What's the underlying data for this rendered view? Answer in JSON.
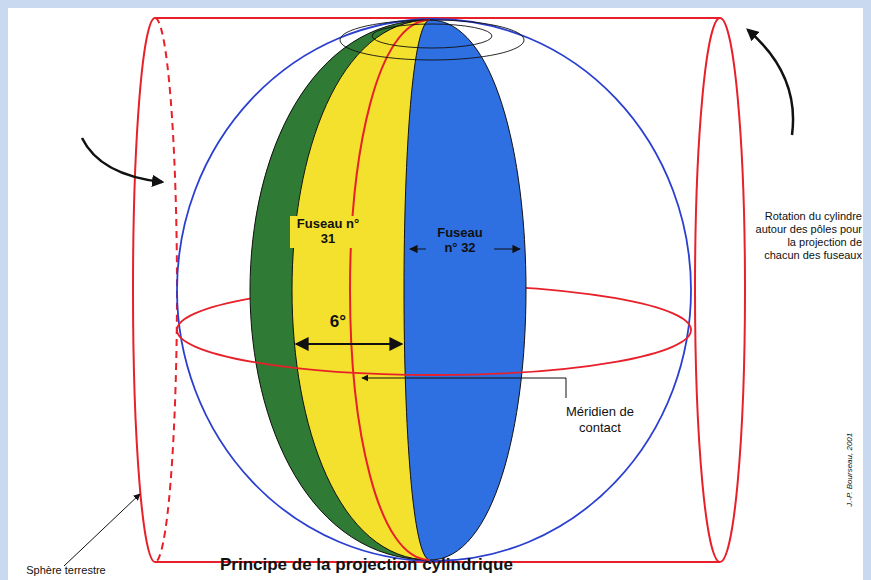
{
  "diagram": {
    "title": "Principe de la projection cylindrique",
    "nodes": [
      {
        "text": [
          "Fuseau n° 31"
        ]
      },
      {
        "text": [
          "Fuseau n° 32"
        ]
      }
    ],
    "labels": [
      "6°",
      "Méridien de contact",
      "Rotation du cylindre autour des pôles pour la projection de chacun des fuseaux",
      "Sphère terrestre",
      "J.-P. Bourseau, 2001"
    ]
  }
}
